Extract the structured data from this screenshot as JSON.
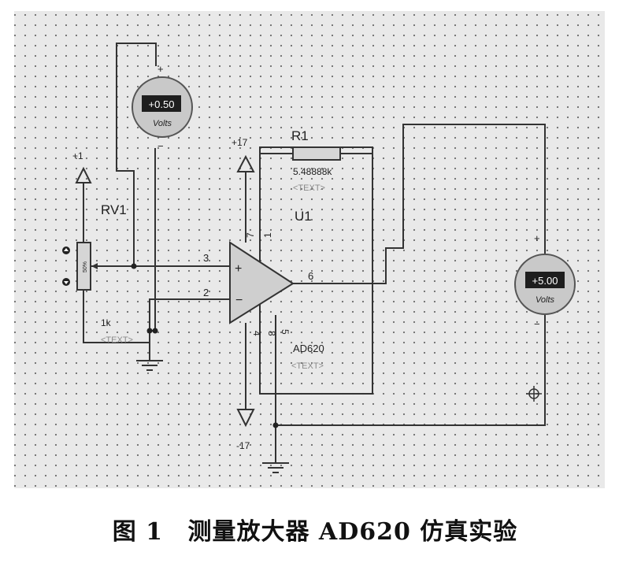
{
  "schematic": {
    "voltmeter_in": {
      "value": "+0.50",
      "unit": "Volts",
      "plus": "+",
      "minus": "−"
    },
    "voltmeter_out": {
      "value": "+5.00",
      "unit": "Volts",
      "plus": "+",
      "minus": "−"
    },
    "r1": {
      "ref": "R1",
      "value": "5.48888k",
      "text": "<TEXT>"
    },
    "rv1": {
      "ref": "RV1",
      "value": "1k",
      "text": "<TEXT>",
      "body_text": "50%"
    },
    "supply_pos": "+1",
    "rail_pos": "+17",
    "rail_neg": "-17",
    "u1": {
      "ref": "U1",
      "part": "AD620",
      "text": "<TEXT>"
    },
    "pins": {
      "p7": "7",
      "p1": "1",
      "p3": "3",
      "p2": "2",
      "p6": "6",
      "p4": "4",
      "p8": "8",
      "p5": "5"
    }
  },
  "caption": {
    "figure": "图 1",
    "title": "测量放大器 AD620 仿真实验"
  }
}
